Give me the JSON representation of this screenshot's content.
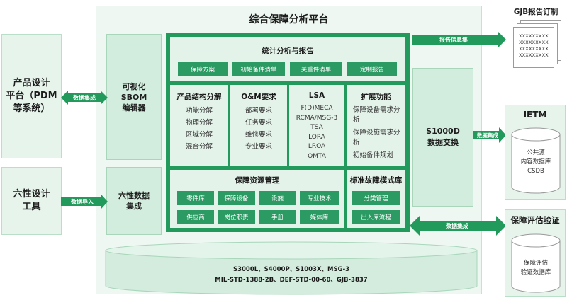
{
  "platform": {
    "title": "综合保障分析平台",
    "stats_title": "统计分析与报告",
    "stats_buttons": [
      "保障方案",
      "初始备件清单",
      "关重件清单",
      "定制报告"
    ],
    "sections": [
      {
        "title": "产品结构分解",
        "items": [
          "功能分解",
          "物理分解",
          "区域分解",
          "混合分解"
        ]
      },
      {
        "title": "O&M要求",
        "items": [
          "部署要求",
          "任务要求",
          "维修要求",
          "专业要求"
        ]
      },
      {
        "title": "LSA",
        "items": [
          "F(D)MECA",
          "RCMA/MSG-3",
          "TSA",
          "LORA",
          "LROA",
          "OMTA"
        ]
      },
      {
        "title": "扩展功能",
        "items": [
          "保障设备需求分析",
          "保障设施需求分析",
          "初始备件规划"
        ]
      }
    ],
    "resource_title": "保障资源管理",
    "resource_buttons": [
      "零件库",
      "保障设备",
      "设施",
      "专业技术",
      "供应商",
      "岗位职责",
      "手册",
      "媒体库"
    ],
    "fault_title": "标准故障模式库",
    "fault_buttons": [
      "分类管理",
      "出入库流程"
    ],
    "s1000d": "S1000D\n数据交换",
    "sbom": "可视化\nSBOM\n编辑器",
    "six_integration": "六性数据\n集成",
    "standards": [
      "S3000L、S4000P、S1003X、MSG-3",
      "MIL-STD-1388-2B、DEF-STD-00-60、GJB-3837"
    ]
  },
  "left": {
    "pdm": "产品设计\n平台（PDM\n等系统）",
    "six_tool": "六性设计\n工具",
    "arrow_pdm": "数据集成",
    "arrow_six": "数据导入"
  },
  "right": {
    "gjb_title": "GJB报告订制",
    "doc_lines": [
      "XXXXXXXXX",
      "XXXXXXXXX",
      "XXXXXXXXX",
      "XXXXXXXXX"
    ],
    "arrow_report": "报告信息集",
    "ietm_title": "IETM",
    "ietm_db": "公共源\n内容数据库\nCSDB",
    "arrow_ietm": "数据集成",
    "eval_title": "保障评估验证",
    "eval_db": "保障评估\n验证数据库",
    "arrow_eval": "数据集成"
  }
}
